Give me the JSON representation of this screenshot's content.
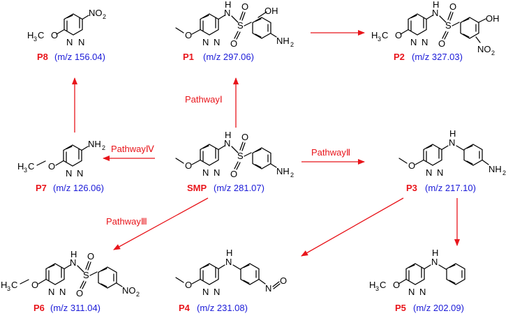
{
  "colors": {
    "name": "#e8151b",
    "mz": "#1a1ad8",
    "arrow": "#e8151b",
    "bond": "#000000"
  },
  "products": {
    "P8": {
      "name": "P8",
      "mz": "(m/z 156.04)"
    },
    "P1": {
      "name": "P1",
      "mz": "(m/z 297.06)"
    },
    "P2": {
      "name": "P2",
      "mz": "(m/z 327.03)"
    },
    "P7": {
      "name": "P7",
      "mz": "(m/z 126.06)"
    },
    "SMP": {
      "name": "SMP",
      "mz": "(m/z 281.07)"
    },
    "P3": {
      "name": "P3",
      "mz": "(m/z 217.10)"
    },
    "P6": {
      "name": "P6",
      "mz": "(m/z 311.04)"
    },
    "P4": {
      "name": "P4",
      "mz": "(m/z 231.08)"
    },
    "P5": {
      "name": "P5",
      "mz": "(m/z 202.09)"
    }
  },
  "pathways": {
    "I": "PathwayⅠ",
    "II": "PathwayⅡ",
    "III": "PathwayⅢ",
    "IV": "PathwayⅣ"
  },
  "atoms": {
    "n": "N",
    "h": "H",
    "nh": "NH",
    "s": "S",
    "o": "O",
    "oh": "OH",
    "c": "C",
    "nh2_n": "NH",
    "two": "2",
    "three": "3",
    "no2_n": "NO"
  }
}
